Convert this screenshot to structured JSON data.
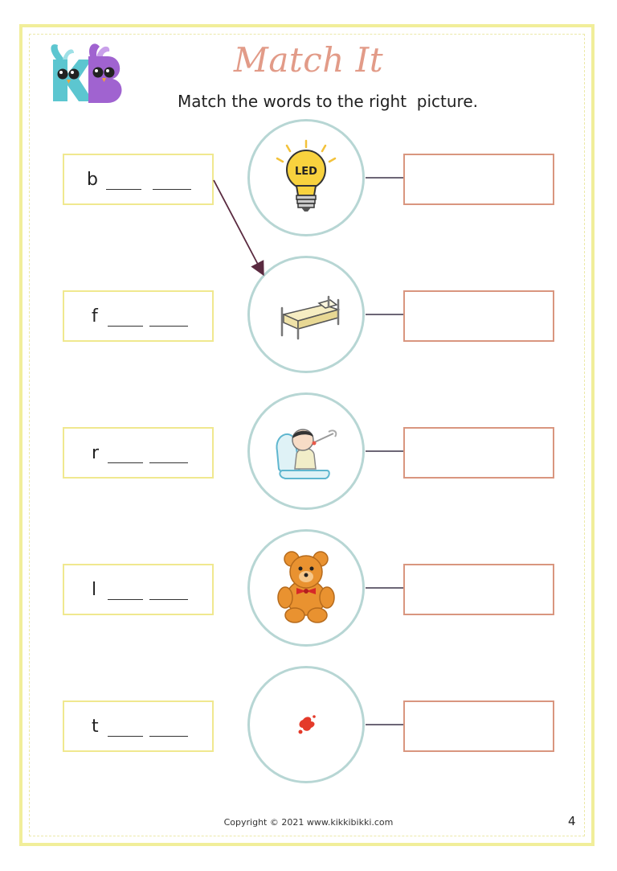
{
  "worksheet": {
    "title": "Match It",
    "instruction": "Match the words to the right  picture.",
    "rows": [
      {
        "letter": "b",
        "picture": "led-bulb-icon"
      },
      {
        "letter": "f",
        "picture": "bed-icon"
      },
      {
        "letter": "r",
        "picture": "baby-eating-icon"
      },
      {
        "letter": "l",
        "picture": "teddy-bear-icon"
      },
      {
        "letter": "t",
        "picture": "paint-splash-icon"
      }
    ],
    "bulb_label": "LED"
  },
  "footer": {
    "copyright": "Copyright © 2021 www.kikkibikki.com",
    "page_number": "4"
  },
  "colors": {
    "frame": "#f1ee9a",
    "word_box_border": "#f0e88f",
    "circle_border": "#b7d6d4",
    "answer_box_border": "#d9967f",
    "title": "#e29b88",
    "arrow": "#5a2a40"
  }
}
